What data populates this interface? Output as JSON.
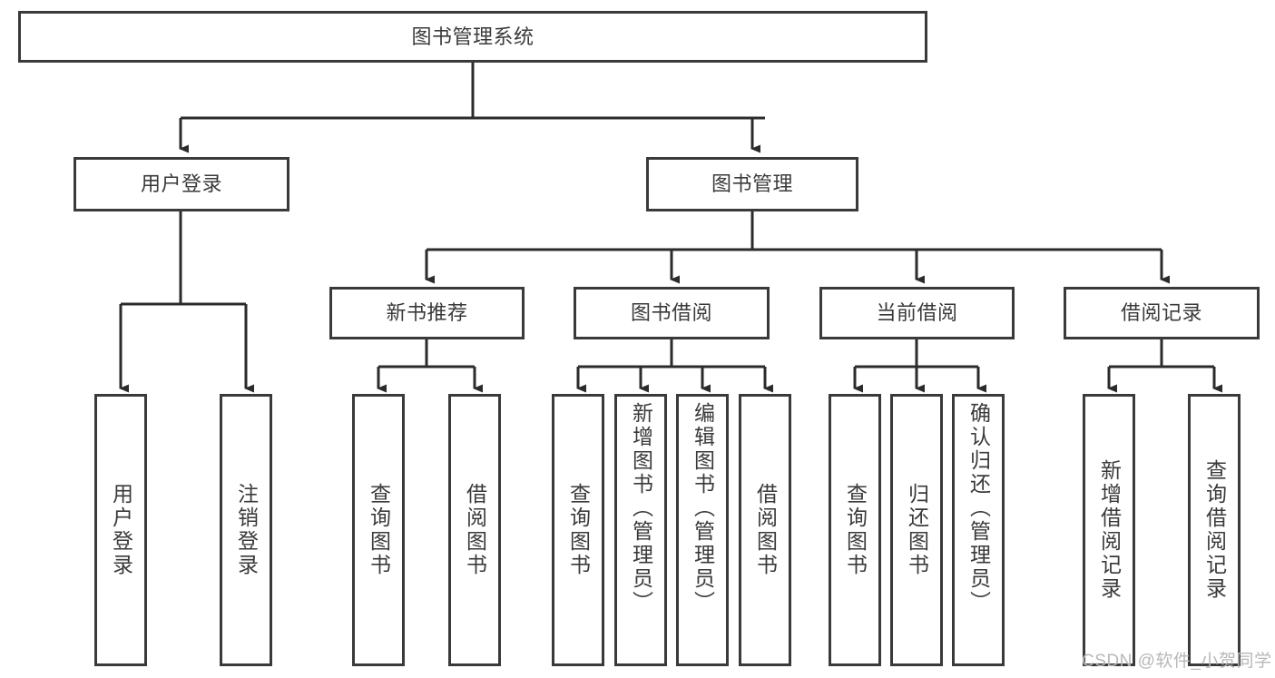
{
  "diagram": {
    "title": "图书管理系统",
    "type": "tree-hierarchy-diagram",
    "background_color": "#ffffff",
    "line_color": "#3a3a3a",
    "text_color": "#3a3a3a"
  },
  "root": {
    "label": "图书管理系统"
  },
  "level2": [
    {
      "label": "用户登录"
    },
    {
      "label": "图书管理"
    }
  ],
  "level3": [
    {
      "label": "新书推荐"
    },
    {
      "label": "图书借阅"
    },
    {
      "label": "当前借阅"
    },
    {
      "label": "借阅记录"
    }
  ],
  "leaves": {
    "user_login": [
      {
        "label": "用户登录"
      },
      {
        "label": "注销登录"
      }
    ],
    "new_book_recommend": [
      {
        "label": "查询图书"
      },
      {
        "label": "借阅图书"
      }
    ],
    "book_borrow": [
      {
        "label": "查询图书"
      },
      {
        "label": "新增图书（管理员）"
      },
      {
        "label": "编辑图书（管理员）"
      },
      {
        "label": "借阅图书"
      }
    ],
    "current_borrow": [
      {
        "label": "查询图书"
      },
      {
        "label": "归还图书"
      },
      {
        "label": "确认归还（管理员）"
      }
    ],
    "borrow_record": [
      {
        "label": "新增借阅记录"
      },
      {
        "label": "查询借阅记录"
      }
    ]
  },
  "watermark": {
    "text": "CSDN @软件_小贺同学"
  }
}
